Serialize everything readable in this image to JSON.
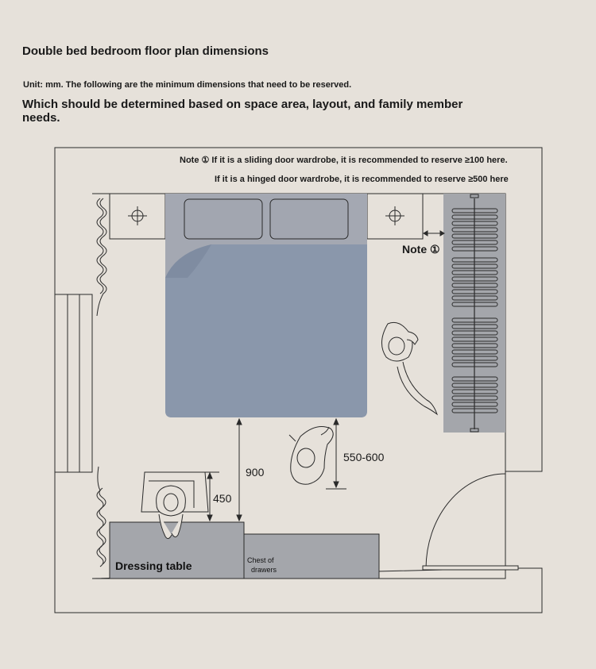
{
  "header": {
    "title": "Double bed bedroom floor plan dimensions",
    "unit_note": "Unit: mm. The following are the minimum dimensions that need to be reserved.",
    "subtitle": "Which should be determined based on space area, layout, and family member needs."
  },
  "notes": {
    "sliding": "Note ① If it is a sliding door wardrobe, it is recommended to reserve ≥100 here.",
    "hinged": "If it is a hinged door wardrobe, it is recommended to reserve ≥500 here",
    "label": "Note ①"
  },
  "dimensions": {
    "bed_to_dresser": "900",
    "chair_clearance": "450",
    "bed_walkway": "550-600"
  },
  "furniture": {
    "dressing_table": "Dressing table",
    "chest_line1": "Chest of",
    "chest_line2": "drawers"
  },
  "colors": {
    "background": "#e6e1da",
    "bed": "#8a97ab",
    "furniture": "#a4a6ab",
    "line": "#2a2a2a"
  }
}
